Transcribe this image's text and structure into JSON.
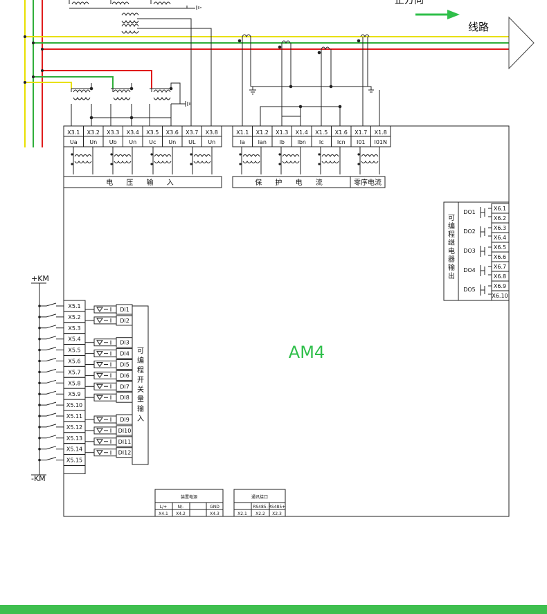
{
  "colors": {
    "phase_yellow": "#e8e000",
    "phase_green": "#2fae3a",
    "phase_red": "#e01b1b",
    "arrow": "#2fbf4a",
    "device_label": "#2fbf4a",
    "bottom_bar": "#3fbf4f"
  },
  "header": {
    "direction_label": "正方向",
    "line_label": "线路"
  },
  "device_name": "AM4",
  "voltage_input": {
    "terminals": [
      "X3.1",
      "X3.2",
      "X3.3",
      "X3.4",
      "X3.5",
      "X3.6",
      "X3.7",
      "X3.8"
    ],
    "signals": [
      "Ua",
      "Un",
      "Ub",
      "Un",
      "Uc",
      "Un",
      "UL",
      "Un"
    ],
    "caption": "电 压 输 入"
  },
  "current_input": {
    "terminals": [
      "X1.1",
      "X1.2",
      "X1.3",
      "X1.4",
      "X1.5",
      "X1.6",
      "X1.7",
      "X1.8"
    ],
    "signals": [
      "Ia",
      "Ian",
      "Ib",
      "Ibn",
      "Ic",
      "Icn",
      "I01",
      "I01N"
    ],
    "protection_caption": "保 护 电 流",
    "zero_seq_caption": "零序电流"
  },
  "relay_output": {
    "caption_chars": [
      "可",
      "编",
      "程",
      "继",
      "电",
      "器",
      "输",
      "出"
    ],
    "outputs": [
      "DO1",
      "DO2",
      "DO3",
      "DO4",
      "DO5"
    ],
    "terminals": [
      "X6.1",
      "X6.2",
      "X6.3",
      "X6.4",
      "X6.5",
      "X6.6",
      "X6.7",
      "X6.8",
      "X6.9",
      "X6.10"
    ]
  },
  "digital_input": {
    "plus_label": "+KM",
    "minus_label": "-KM",
    "terminals": [
      "X5.1",
      "X5.2",
      "X5.3",
      "X5.4",
      "X5.5",
      "X5.6",
      "X5.7",
      "X5.8",
      "X5.9",
      "X5.10",
      "X5.11",
      "X5.12",
      "X5.13",
      "X5.14",
      "X5.15"
    ],
    "inputs": [
      "DI1",
      "DI2",
      "DI3",
      "DI4",
      "DI5",
      "DI6",
      "DI7",
      "DI8",
      "DI9",
      "DI10",
      "DI11",
      "DI12"
    ],
    "caption_chars": [
      "可",
      "编",
      "程",
      "开",
      "关",
      "量",
      "输",
      "入"
    ]
  },
  "power": {
    "title": "装置电源",
    "signals": [
      "L/+",
      "N/-",
      "",
      "GND"
    ],
    "terminals": [
      "X4.1",
      "X4.2",
      "",
      "X4.3"
    ]
  },
  "comm": {
    "title": "通讯接口",
    "signals": [
      "",
      "RS485-",
      "RS485+"
    ],
    "terminals": [
      "X2.1",
      "X2.2",
      "X2.3"
    ]
  }
}
